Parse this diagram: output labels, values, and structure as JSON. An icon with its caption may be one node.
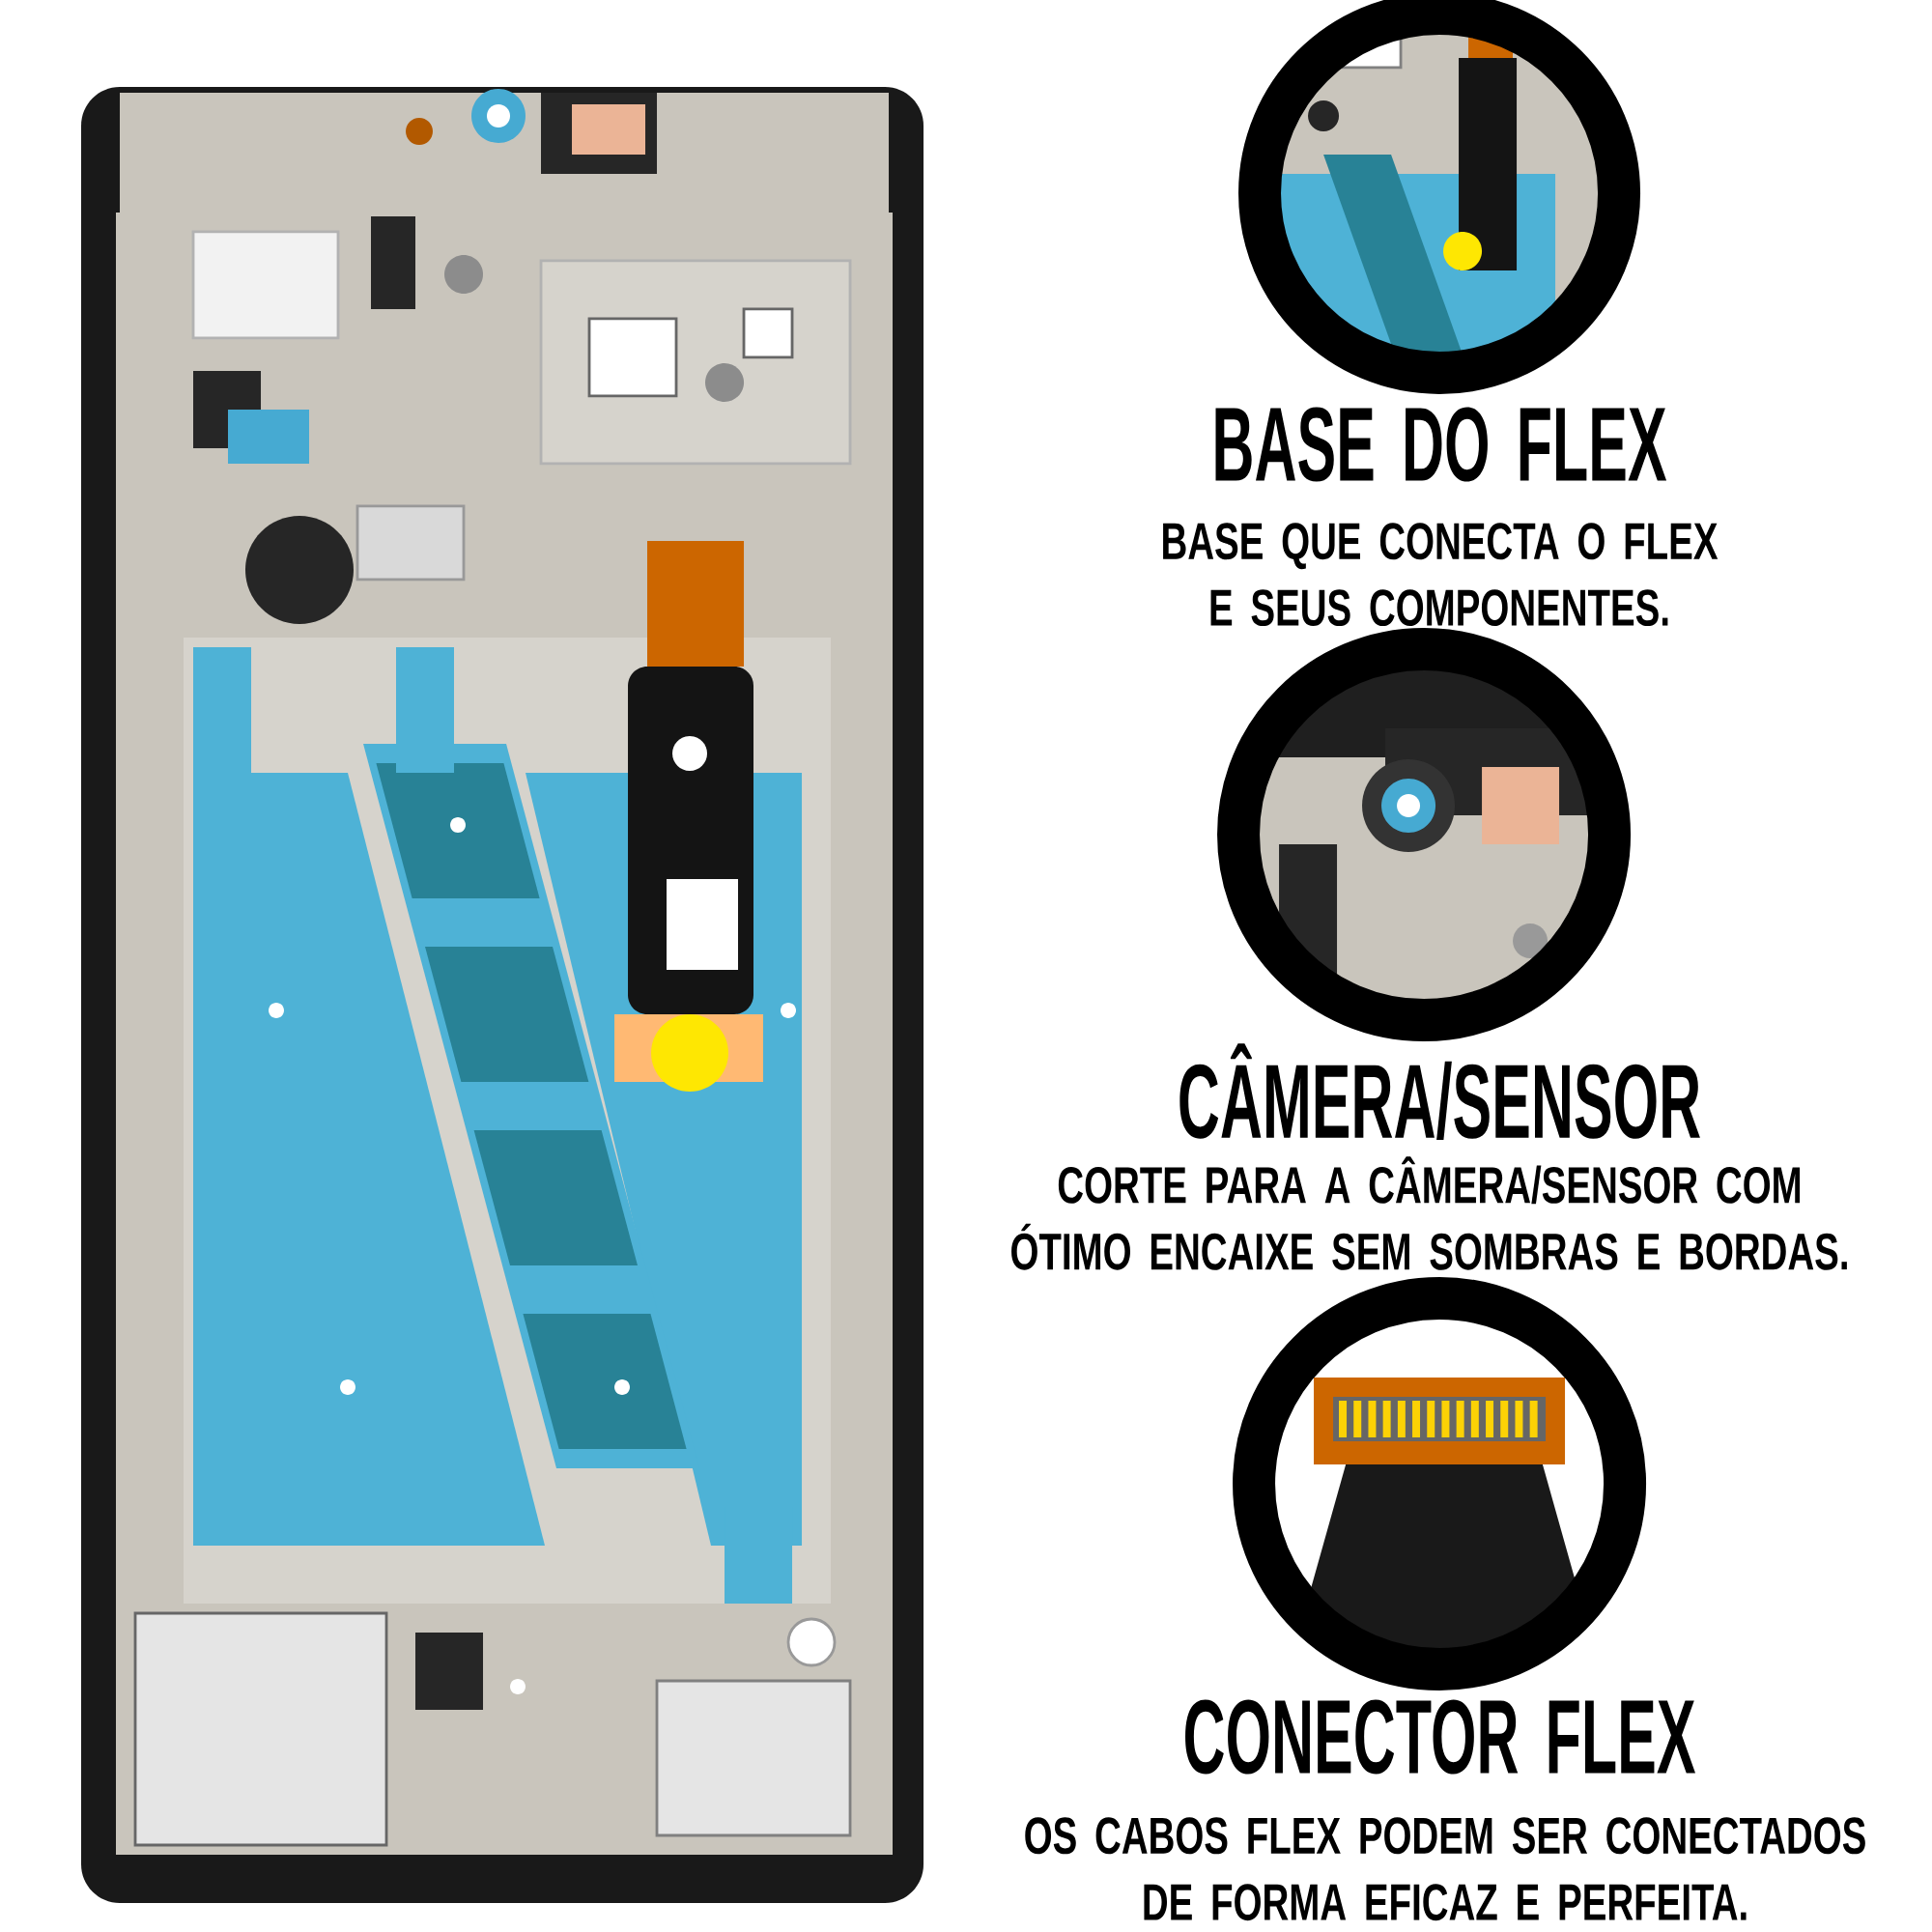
{
  "diagram": {
    "nodes": [
      {
        "text": [
          "BASE DO FLEX",
          "BASE QUE CONECTA O FLEX E SEUS COMPONENTES."
        ]
      },
      {
        "text": [
          "CÂMERA/SENSOR",
          "CORTE PARA A CÂMERA/SENSOR COM ÓTIMO ENCAIXE SEM SOMBRAS E BORDAS."
        ]
      },
      {
        "text": [
          "CONECTOR FLEX",
          "OS CABOS FLEX PODEM SER CONECTADOS DE FORMA EFICAZ E PERFEITA."
        ]
      }
    ]
  }
}
